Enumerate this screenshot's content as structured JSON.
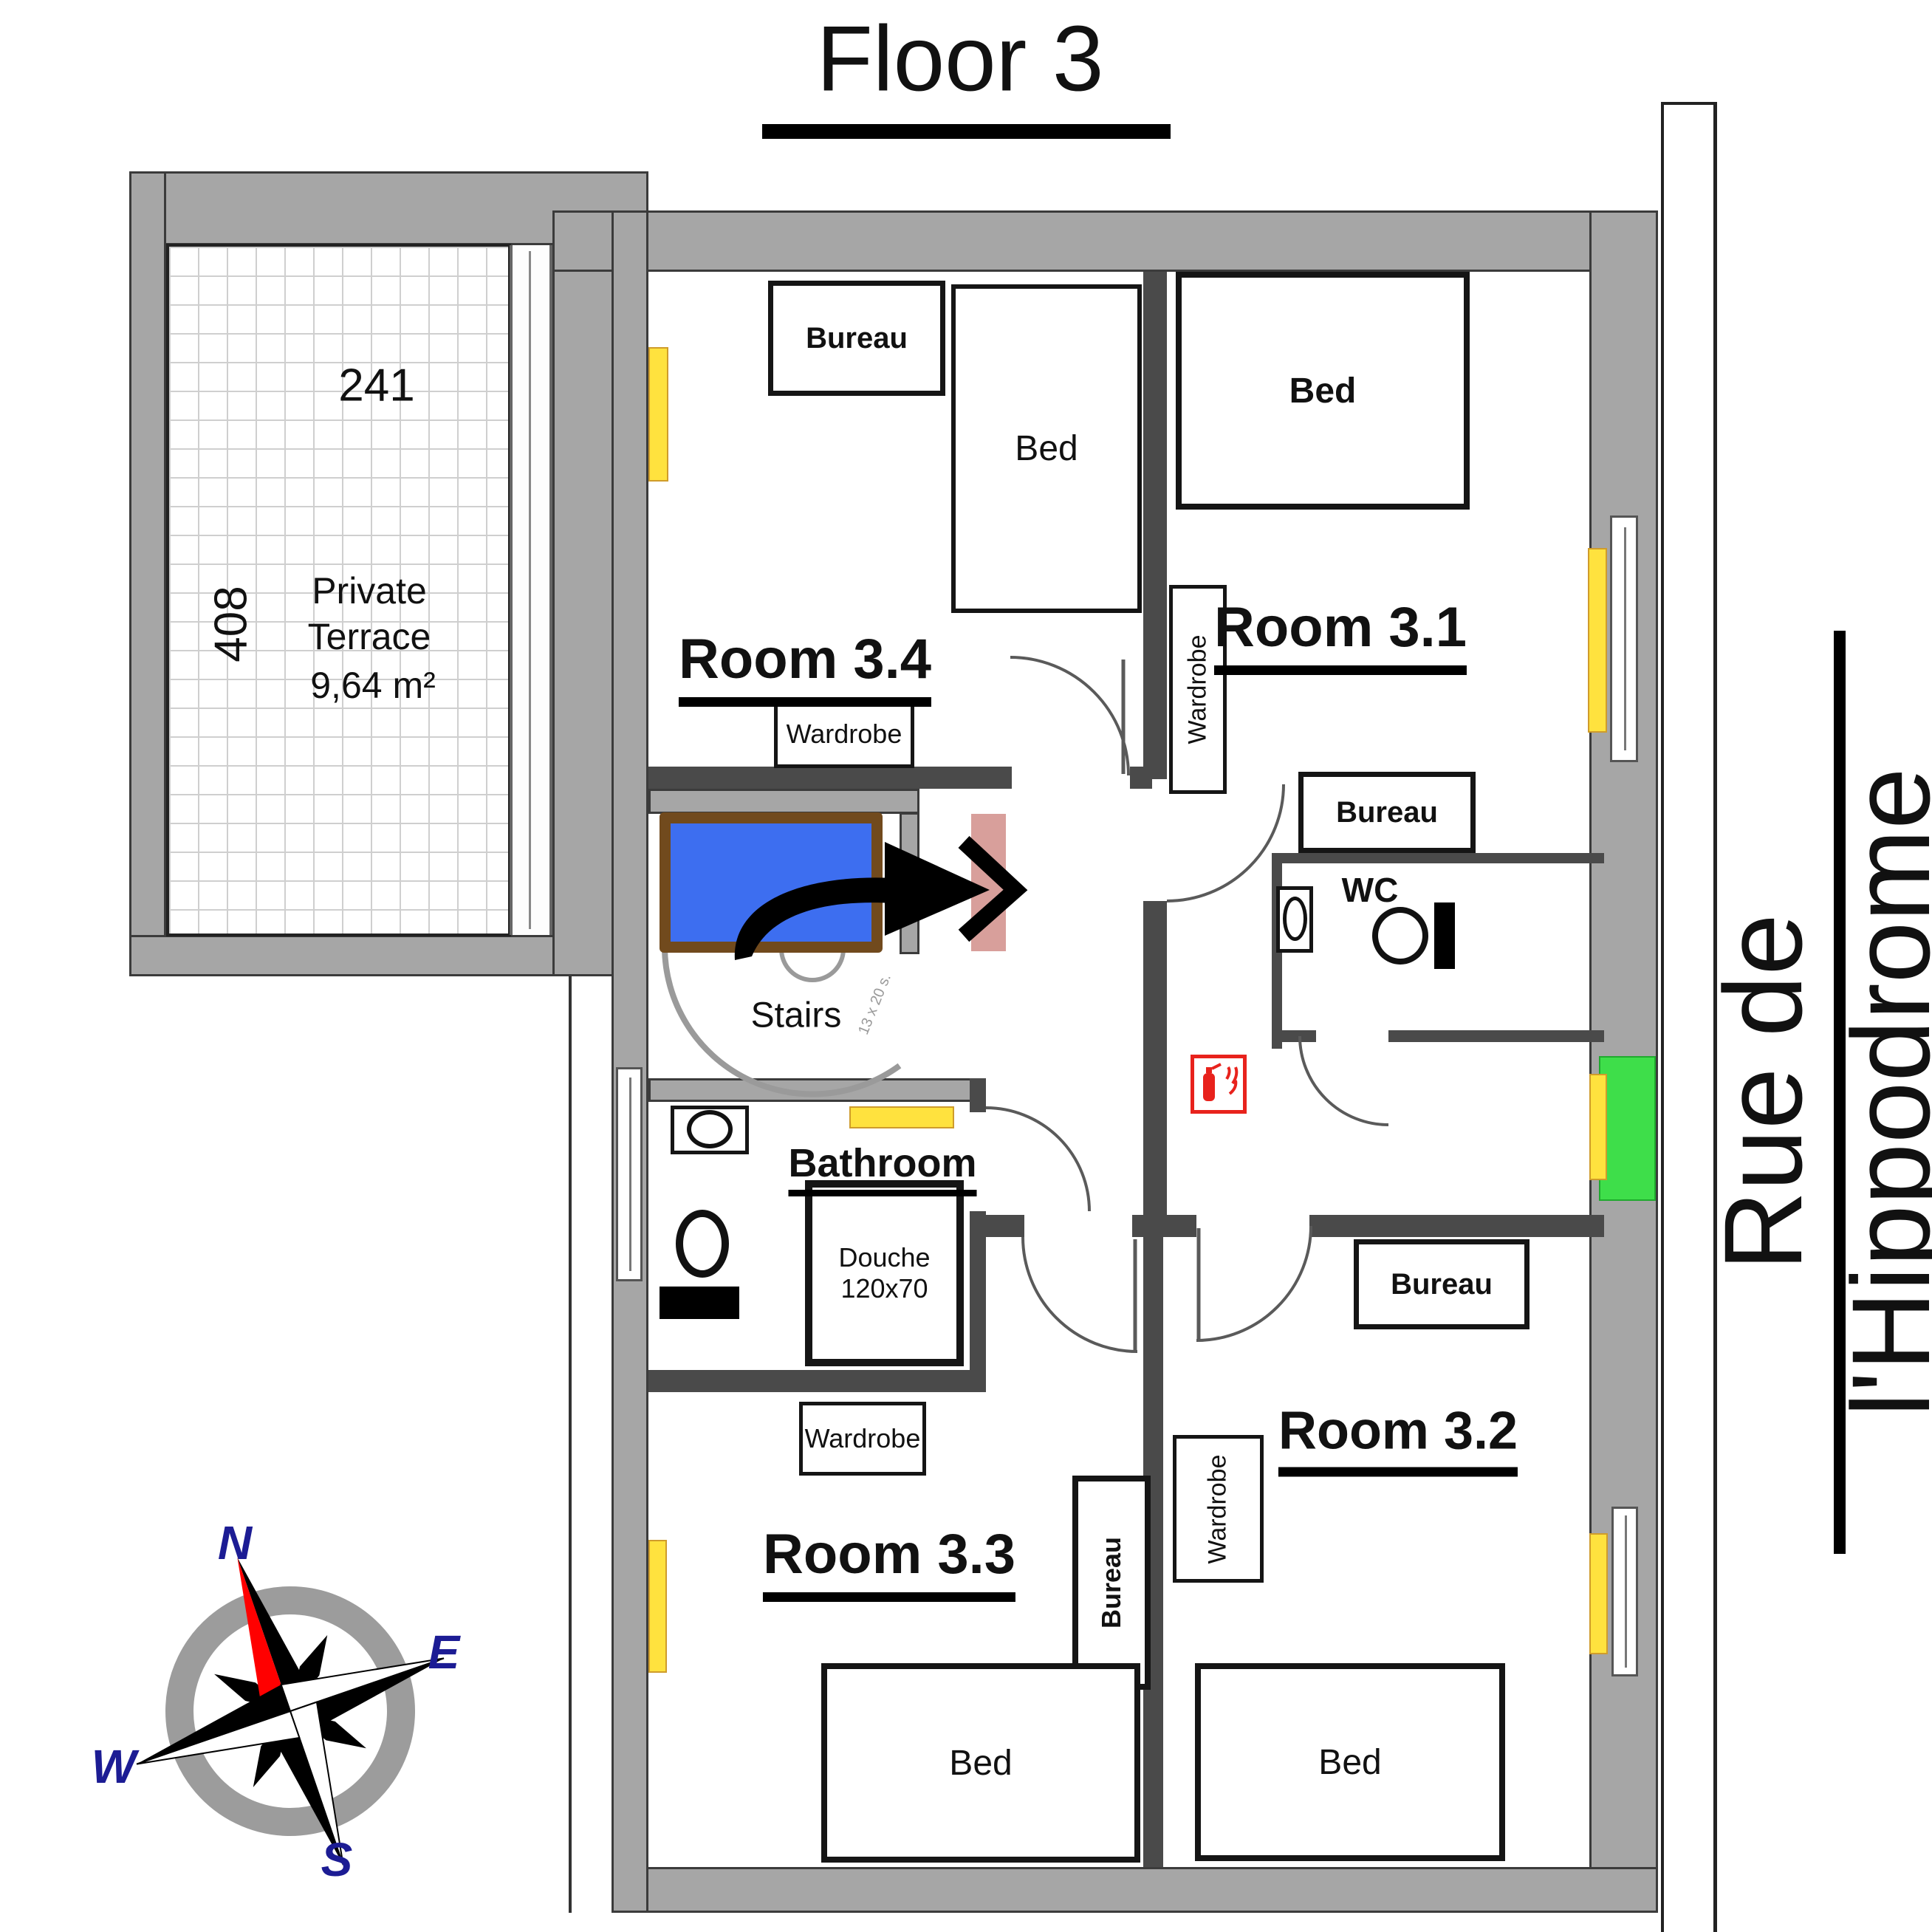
{
  "title": "Floor 3",
  "street_name": "Rue de l'Hippodrome",
  "terrace": {
    "number_top": "241",
    "number_side": "408",
    "name_line1": "Private",
    "name_line2": "Terrace",
    "area": "9,64 m²"
  },
  "rooms": {
    "r31": "Room 3.1",
    "r32": "Room 3.2",
    "r33": "Room 3.3",
    "r34": "Room 3.4",
    "bathroom": "Bathroom",
    "wc": "WC",
    "stairs": "Stairs"
  },
  "furniture": {
    "bed": "Bed",
    "bureau": "Bureau",
    "wardrobe": "Wardrobe",
    "douche_line1": "Douche",
    "douche_line2": "120x70"
  },
  "annotations": {
    "stair_note": "13 x 20 s."
  },
  "compass": {
    "n": "N",
    "e": "E",
    "s": "S",
    "w": "W"
  },
  "colors": {
    "wall_gray": "#a6a6a6",
    "window_yellow": "#ffe23e",
    "exit_green": "#3ede4a",
    "entry_blue": "#3d6ef0",
    "entry_border_brown": "#714a1d",
    "door_pink": "#d89f9b",
    "alert_red": "#e8221c",
    "compass_navy": "#1c1c94"
  }
}
